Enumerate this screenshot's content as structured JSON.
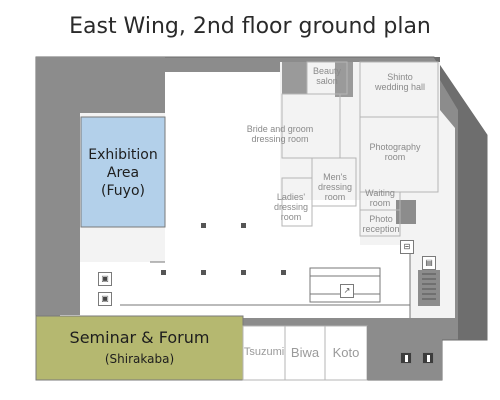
{
  "title": "East Wing, 2nd floor ground plan",
  "rooms": {
    "exhibition": "Exhibition\nArea\n(Fuyo)",
    "seminar_main": "Seminar & Forum",
    "seminar_sub": "(Shirakaba)",
    "beauty": "Beauty\nsalon",
    "shinto": "Shinto\nwedding hall",
    "bride": "Bride and groom\ndressing room",
    "photography": "Photography\nroom",
    "mens": "Men's\ndressing\nroom",
    "ladies": "Ladies'\ndressing\nroom",
    "waiting": "Waiting\nroom",
    "photo_reception": "Photo\nreception",
    "tsuzumi": "Tsuzumi",
    "biwa": "Biwa",
    "koto": "Koto"
  },
  "colors": {
    "exhibition_fill": "#b3d0ea",
    "seminar_fill": "#b5b870",
    "wall": "#8c8c8c",
    "dark_wall": "#6e6e6e",
    "floor": "#f2f2f2",
    "corridor": "#ffffff"
  },
  "icons": [
    "elevator-icon",
    "restroom-icon",
    "stairs-icon",
    "escalator-icon"
  ]
}
